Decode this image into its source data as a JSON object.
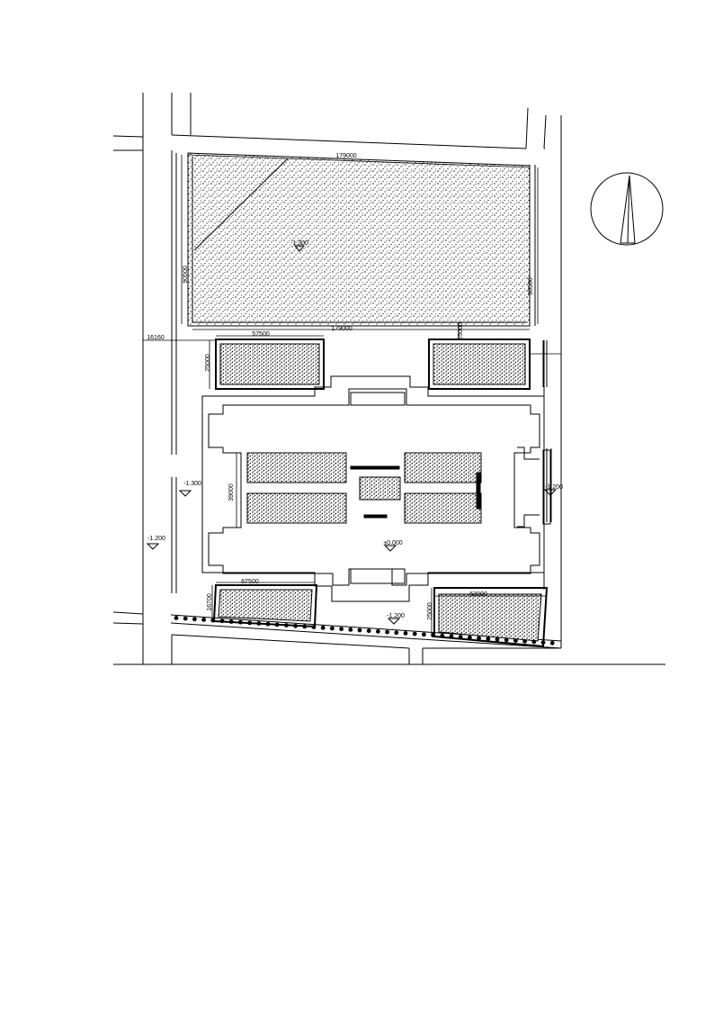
{
  "colors": {
    "line": "#000000",
    "background": "#ffffff",
    "stipple": "#000000"
  },
  "icons": {
    "north_arrow": "north-arrow-icon"
  },
  "dimensions": {
    "top_width_upper": "179000",
    "top_width_lower": "179000",
    "top_height_left": "90500",
    "top_height_right": "90500",
    "mid_left_width": "57500",
    "mid_left_height": "25000",
    "mid_right_height": "25000",
    "road_offset": "16160",
    "courtyard_height": "39000",
    "bottom_left_width": "67500",
    "bottom_left_height": "16700",
    "bottom_right_width": "63000",
    "bottom_right_height": "25000"
  },
  "elevations": {
    "top_lawn": "-1.300",
    "left_street": "-1.300",
    "left_road": "-1.200",
    "right_street": "-1.200",
    "building": "±0.000",
    "bottom_street": "-1.200"
  }
}
